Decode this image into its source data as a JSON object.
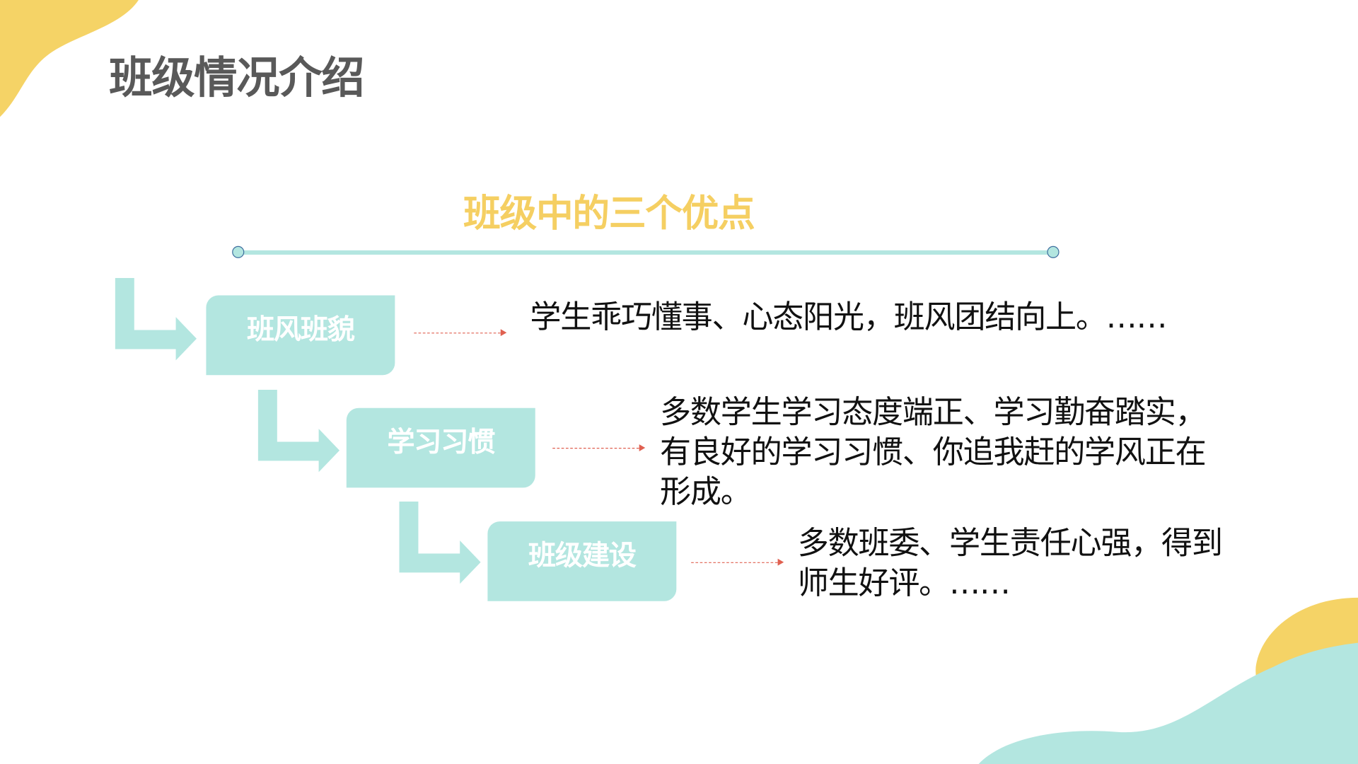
{
  "header": {
    "title": "班级情况介绍"
  },
  "section": {
    "subtitle": "班级中的三个优点"
  },
  "items": [
    {
      "label": "班风班貌",
      "description_lines": [
        "学生乖巧懂事、心态阳光，班风团结向上。……"
      ]
    },
    {
      "label": "学习习惯",
      "description_lines": [
        "多数学生学习态度端正、学习勤奋踏实，",
        "有良好的学习习惯、你追我赶的学风正在",
        "形成。"
      ]
    },
    {
      "label": "班级建设",
      "description_lines": [
        "多数班委、学生责任心强，得到",
        "师生好评。……"
      ]
    }
  ],
  "colors": {
    "teal": "#b3e6e0",
    "yellow": "#f5cf62",
    "title": "#595959",
    "arrow": "#e06050"
  }
}
